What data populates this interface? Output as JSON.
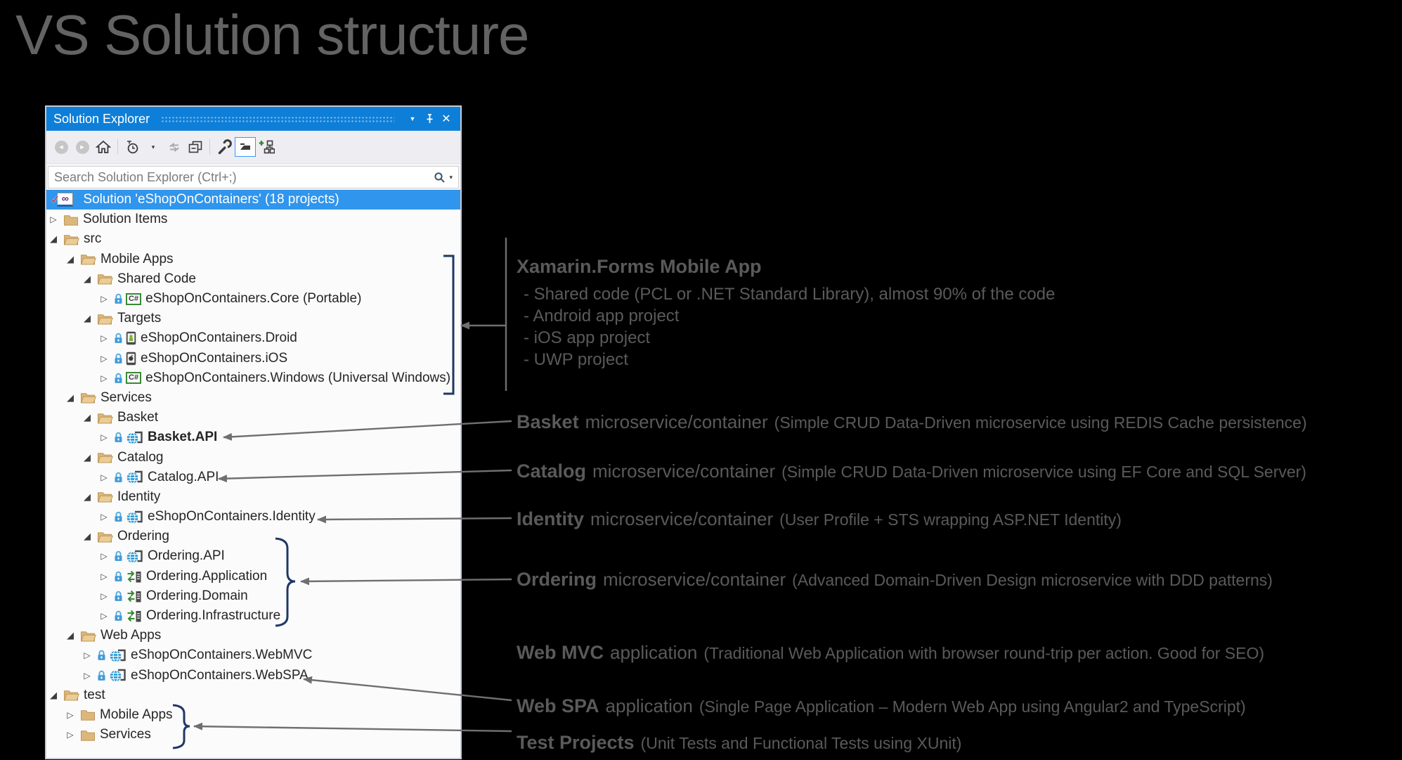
{
  "page": {
    "title": "VS Solution structure"
  },
  "panel": {
    "title": "Solution Explorer",
    "titlebar_icons": [
      {
        "name": "window-position-dropdown"
      },
      {
        "name": "pin"
      },
      {
        "name": "close"
      }
    ],
    "toolbar": [
      {
        "name": "back-button",
        "icon": "back",
        "state": "disabled"
      },
      {
        "name": "forward-button",
        "icon": "forward",
        "state": "disabled"
      },
      {
        "name": "home-button",
        "icon": "home",
        "state": "normal"
      },
      {
        "name": "separator"
      },
      {
        "name": "pending-changes-filter-button",
        "icon": "clock",
        "state": "normal"
      },
      {
        "name": "filter-dropdown",
        "icon": "caret",
        "state": "normal"
      },
      {
        "name": "refresh-button",
        "icon": "refresh",
        "state": "disabled"
      },
      {
        "name": "collapse-all-button",
        "icon": "collapse-all",
        "state": "normal"
      },
      {
        "name": "separator"
      },
      {
        "name": "properties-button",
        "icon": "wrench",
        "state": "normal"
      },
      {
        "name": "show-all-files-button",
        "icon": "show-all-files",
        "state": "selected"
      },
      {
        "name": "sync-with-active-document-button",
        "icon": "structure-add",
        "state": "normal"
      }
    ],
    "search": {
      "placeholder": "Search Solution Explorer (Ctrl+;)"
    },
    "tree": [
      {
        "label": "Solution 'eShopOnContainers' (18 projects)",
        "level": 0,
        "expander": null,
        "icon": "solution",
        "lock": false,
        "bold": false,
        "selected": true
      },
      {
        "label": "Solution Items",
        "level": 1,
        "expander": "collapsed",
        "icon": "folder-closed",
        "lock": false,
        "bold": false,
        "selected": false
      },
      {
        "label": "src",
        "level": 1,
        "expander": "expanded",
        "icon": "folder-open",
        "lock": false,
        "bold": false,
        "selected": false
      },
      {
        "label": "Mobile Apps",
        "level": 2,
        "expander": "expanded",
        "icon": "folder-open",
        "lock": false,
        "bold": false,
        "selected": false
      },
      {
        "label": "Shared Code",
        "level": 3,
        "expander": "expanded",
        "icon": "folder-open",
        "lock": false,
        "bold": false,
        "selected": false
      },
      {
        "label": "eShopOnContainers.Core (Portable)",
        "level": 4,
        "expander": "collapsed",
        "icon": "csharp",
        "lock": true,
        "bold": false,
        "selected": false
      },
      {
        "label": "Targets",
        "level": 3,
        "expander": "expanded",
        "icon": "folder-open",
        "lock": false,
        "bold": false,
        "selected": false
      },
      {
        "label": "eShopOnContainers.Droid",
        "level": 4,
        "expander": "collapsed",
        "icon": "android",
        "lock": true,
        "bold": false,
        "selected": false
      },
      {
        "label": "eShopOnContainers.iOS",
        "level": 4,
        "expander": "collapsed",
        "icon": "ios",
        "lock": true,
        "bold": false,
        "selected": false
      },
      {
        "label": "eShopOnContainers.Windows (Universal Windows)",
        "level": 4,
        "expander": "collapsed",
        "icon": "csharp",
        "lock": true,
        "bold": false,
        "selected": false
      },
      {
        "label": "Services",
        "level": 2,
        "expander": "expanded",
        "icon": "folder-open",
        "lock": false,
        "bold": false,
        "selected": false
      },
      {
        "label": "Basket",
        "level": 3,
        "expander": "expanded",
        "icon": "folder-open",
        "lock": false,
        "bold": false,
        "selected": false
      },
      {
        "label": "Basket.API",
        "level": 4,
        "expander": "collapsed",
        "icon": "web",
        "lock": true,
        "bold": true,
        "selected": false
      },
      {
        "label": "Catalog",
        "level": 3,
        "expander": "expanded",
        "icon": "folder-open",
        "lock": false,
        "bold": false,
        "selected": false
      },
      {
        "label": "Catalog.API",
        "level": 4,
        "expander": "collapsed",
        "icon": "web",
        "lock": true,
        "bold": false,
        "selected": false
      },
      {
        "label": "Identity",
        "level": 3,
        "expander": "expanded",
        "icon": "folder-open",
        "lock": false,
        "bold": false,
        "selected": false
      },
      {
        "label": "eShopOnContainers.Identity",
        "level": 4,
        "expander": "collapsed",
        "icon": "web",
        "lock": true,
        "bold": false,
        "selected": false
      },
      {
        "label": "Ordering",
        "level": 3,
        "expander": "expanded",
        "icon": "folder-open",
        "lock": false,
        "bold": false,
        "selected": false
      },
      {
        "label": "Ordering.API",
        "level": 4,
        "expander": "collapsed",
        "icon": "web",
        "lock": true,
        "bold": false,
        "selected": false
      },
      {
        "label": "Ordering.Application",
        "level": 4,
        "expander": "collapsed",
        "icon": "library",
        "lock": true,
        "bold": false,
        "selected": false
      },
      {
        "label": "Ordering.Domain",
        "level": 4,
        "expander": "collapsed",
        "icon": "library",
        "lock": true,
        "bold": false,
        "selected": false
      },
      {
        "label": "Ordering.Infrastructure",
        "level": 4,
        "expander": "collapsed",
        "icon": "library",
        "lock": true,
        "bold": false,
        "selected": false
      },
      {
        "label": "Web Apps",
        "level": 2,
        "expander": "expanded",
        "icon": "folder-open",
        "lock": false,
        "bold": false,
        "selected": false
      },
      {
        "label": "eShopOnContainers.WebMVC",
        "level": 3,
        "expander": "collapsed",
        "icon": "web",
        "lock": true,
        "bold": false,
        "selected": false
      },
      {
        "label": "eShopOnContainers.WebSPA",
        "level": 3,
        "expander": "collapsed",
        "icon": "web",
        "lock": true,
        "bold": false,
        "selected": false
      },
      {
        "label": "test",
        "level": 1,
        "expander": "expanded",
        "icon": "folder-open",
        "lock": false,
        "bold": false,
        "selected": false
      },
      {
        "label": "Mobile Apps",
        "level": 2,
        "expander": "collapsed",
        "icon": "folder-closed",
        "lock": false,
        "bold": false,
        "selected": false
      },
      {
        "label": "Services",
        "level": 2,
        "expander": "collapsed",
        "icon": "folder-closed",
        "lock": false,
        "bold": false,
        "selected": false
      }
    ]
  },
  "annotations": {
    "block": {
      "title": "Xamarin.Forms Mobile App",
      "bullets": [
        "- Shared code (PCL or .NET Standard Library), almost 90% of the code",
        "- Android app project",
        "- iOS app project",
        "- UWP project"
      ]
    },
    "lines": [
      {
        "bold": "Basket",
        "mid": "microservice/container",
        "paren": "(Simple CRUD Data-Driven microservice using REDIS Cache persistence)"
      },
      {
        "bold": "Catalog",
        "mid": "microservice/container",
        "paren": "(Simple CRUD Data-Driven microservice using EF Core and SQL Server)"
      },
      {
        "bold": "Identity",
        "mid": "microservice/container",
        "paren": "(User Profile + STS wrapping ASP.NET Identity)"
      },
      {
        "bold": "Ordering",
        "mid": "microservice/container",
        "paren": "(Advanced Domain-Driven Design microservice with DDD patterns)"
      },
      {
        "bold": "Web MVC",
        "mid": "application",
        "paren": "(Traditional Web Application with browser round-trip per action. Good for SEO)"
      },
      {
        "bold": "Web SPA",
        "mid": "application",
        "paren": "(Single Page Application – Modern Web App using Angular2 and TypeScript)"
      },
      {
        "bold": "Test Projects",
        "mid": "",
        "paren": "(Unit Tests and Functional Tests using XUnit)"
      }
    ]
  },
  "colors": {
    "titlebar_blue": "#0E7FD8",
    "selection_blue": "#3095EC",
    "folder_tan": "#DCB67A",
    "annotation_gray": "#5A5A5A",
    "bracket_navy": "#1F3864",
    "arrow_gray": "#6F6F6F",
    "lock_blue": "#3F9BD8",
    "globe_blue": "#2E9BD6"
  }
}
